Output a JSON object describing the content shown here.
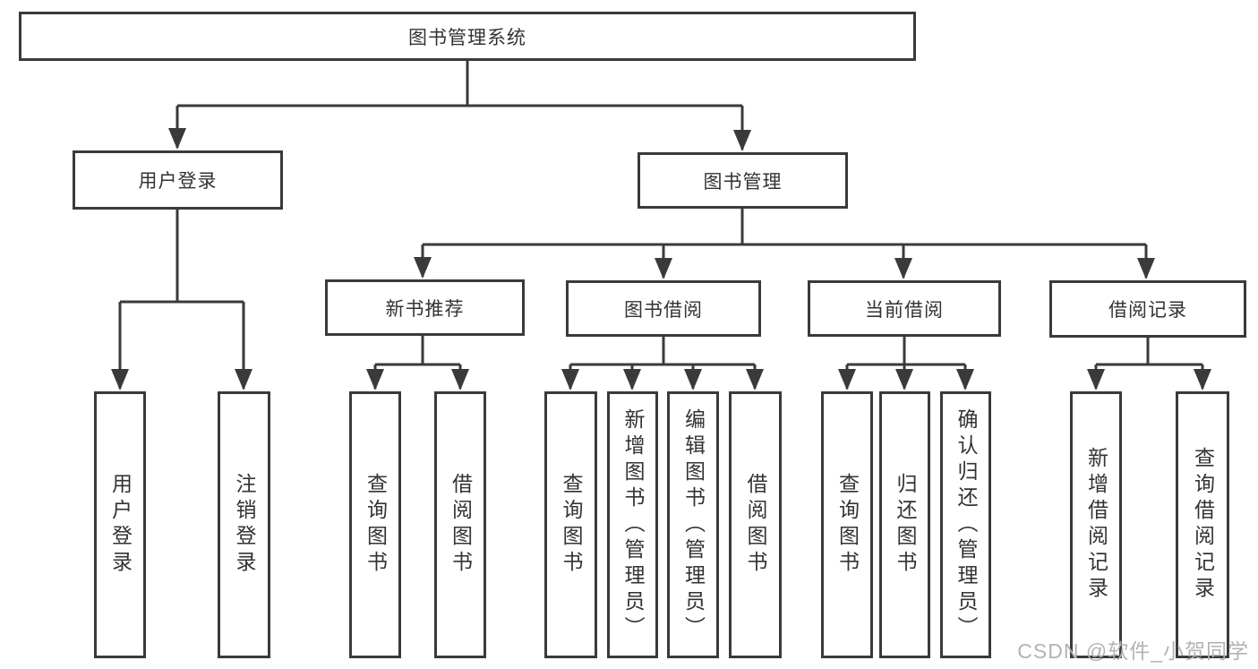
{
  "colors": {
    "line": "#3a3a3a",
    "box_border": "#3a3a3a",
    "box_fill": "#ffffff",
    "text": "#333333",
    "watermark_text": "#b3b3b3"
  },
  "watermark": "CSDN @软件_小贺同学",
  "tree": {
    "root": {
      "label": "图书管理系统"
    },
    "branches": [
      {
        "label": "用户登录",
        "leaves": [
          "用户登录",
          "注销登录"
        ]
      },
      {
        "label": "图书管理",
        "sections": [
          {
            "label": "新书推荐",
            "leaves": [
              "查询图书",
              "借阅图书"
            ]
          },
          {
            "label": "图书借阅",
            "leaves": [
              "查询图书",
              "新增图书（管理员）",
              "编辑图书（管理员）",
              "借阅图书"
            ]
          },
          {
            "label": "当前借阅",
            "leaves": [
              "查询图书",
              "归还图书",
              "确认归还（管理员）"
            ]
          },
          {
            "label": "借阅记录",
            "leaves": [
              "新增借阅记录",
              "查询借阅记录"
            ]
          }
        ]
      }
    ]
  }
}
